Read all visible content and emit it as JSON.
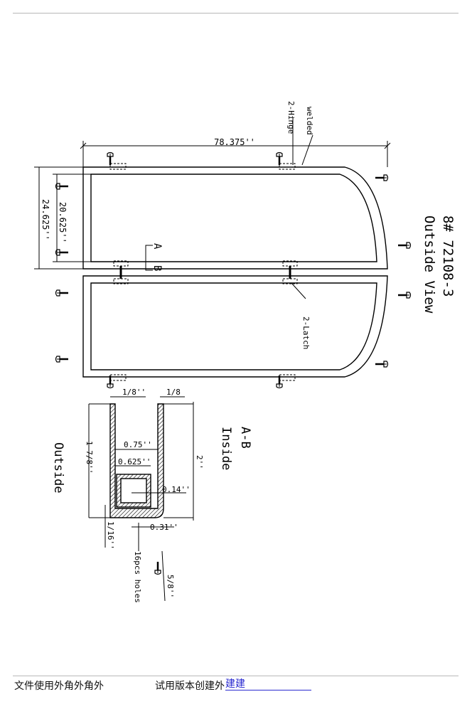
{
  "drawing": {
    "part_number": "8# 72108-3",
    "view_title": "Outside View",
    "overall_length": "78.375''",
    "outer_width": "24.625''",
    "inner_width": "20.625''",
    "hinge_label": "2-Hinge",
    "welded_label": "welded",
    "latch_label": "2-Latch",
    "section_marker_a": "A",
    "section_marker_b": "B"
  },
  "section": {
    "title": "A-B",
    "inside_label": "Inside",
    "outside_label": "Outside",
    "dims": {
      "wall_left": "1/8''",
      "wall_right": "1/8",
      "depth_inner": "1-7/8''",
      "depth_outer": "2''",
      "width_inner": "0.75''",
      "tube_width": "0.625''",
      "tube_wall": "0.14''",
      "base": "1/16''",
      "hole": "0.31''",
      "screw_length": "5/8''"
    },
    "holes_note": "16pcs holes"
  },
  "footer": {
    "left_text": "文件使用外角外角外",
    "trial_text": "试用版本创建外",
    "link_text": "建建"
  }
}
